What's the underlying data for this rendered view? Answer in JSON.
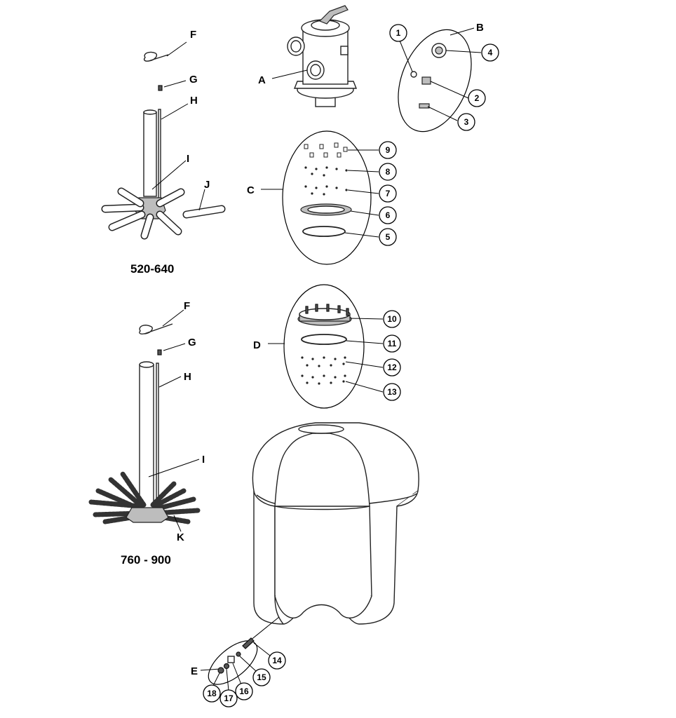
{
  "letters": {
    "A": "A",
    "B": "B",
    "C": "C",
    "D": "D",
    "E": "E",
    "F": "F",
    "G": "G",
    "H": "H",
    "I": "I",
    "J": "J",
    "K": "K"
  },
  "numbers": {
    "n1": "1",
    "n2": "2",
    "n3": "3",
    "n4": "4",
    "n5": "5",
    "n6": "6",
    "n7": "7",
    "n8": "8",
    "n9": "9",
    "n10": "10",
    "n11": "11",
    "n12": "12",
    "n13": "13",
    "n14": "14",
    "n15": "15",
    "n16": "16",
    "n17": "17",
    "n18": "18"
  },
  "models": {
    "small": "520-640",
    "large": "760 - 900"
  }
}
